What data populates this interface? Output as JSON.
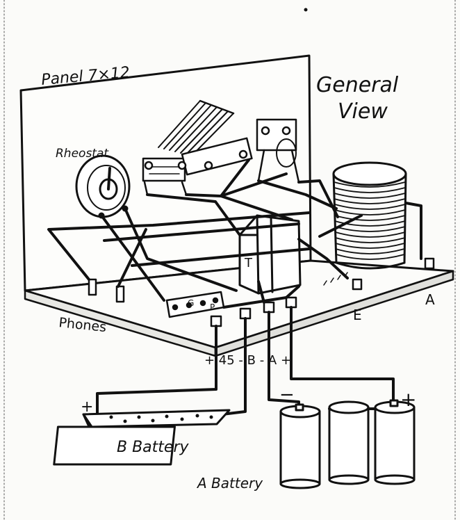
{
  "labels": {
    "panel": "Panel 7×12",
    "general": "General",
    "view": "View",
    "rheostat": "Rheostat",
    "phones": "Phones",
    "t": "T",
    "e": "E",
    "a": "A",
    "terminals": "+ 45 - B - A +",
    "g": "G",
    "p": "P",
    "b_battery": "B Battery",
    "a_battery": "A Battery",
    "plus_b": "+",
    "minus_a": "−",
    "plus_a": "+"
  }
}
